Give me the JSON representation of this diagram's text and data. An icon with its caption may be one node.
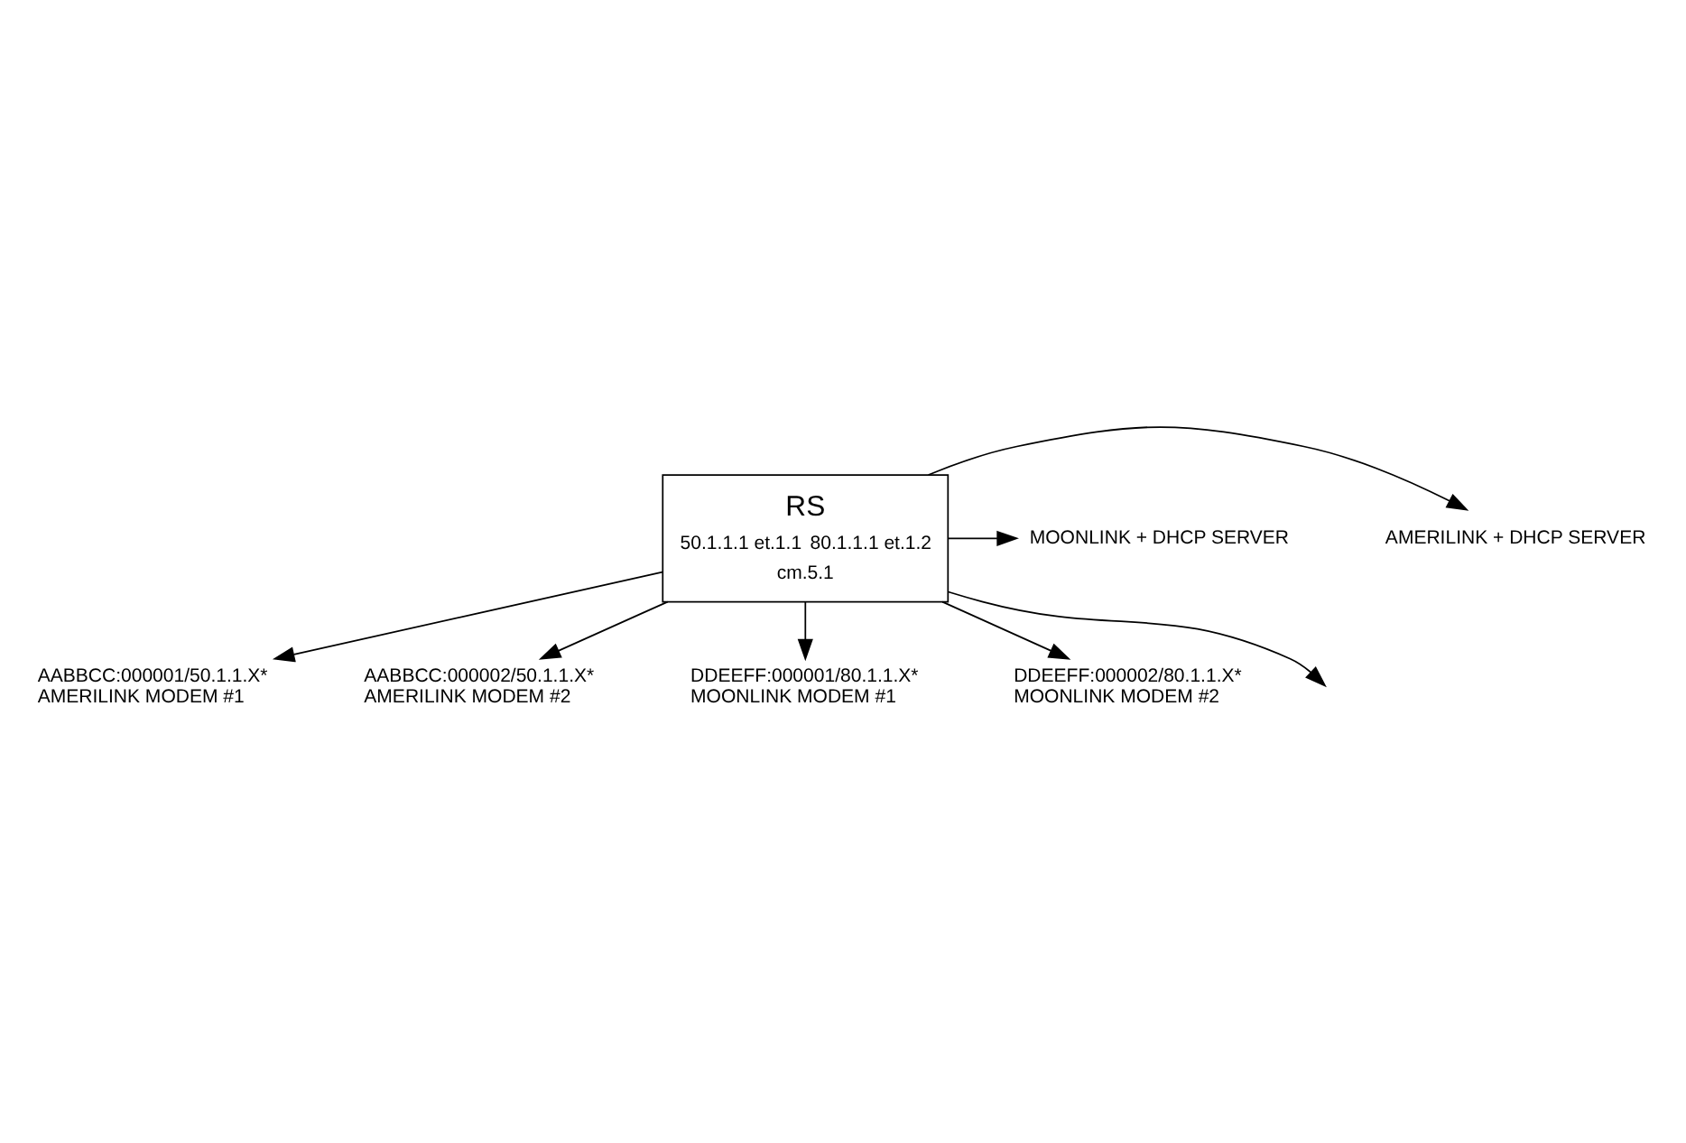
{
  "diagram": {
    "nodes": [
      {
        "text": [
          "RS",
          "50.1.1.1 et.1.1",
          "80.1.1.1 et.1.2",
          "cm.5.1"
        ]
      },
      {
        "text": [
          "AMERILINK + DHCP SERVER"
        ]
      },
      {
        "text": [
          "MOONLINK + DHCP SERVER"
        ]
      },
      {
        "text": [
          "AABBCC:000001/50.1.1.X*",
          "AMERILINK MODEM #1"
        ]
      },
      {
        "text": [
          "AABBCC:000002/50.1.1.X*",
          "AMERILINK MODEM #2"
        ]
      },
      {
        "text": [
          "DDEEFF:000001/80.1.1.X*",
          "MOONLINK MODEM #1"
        ]
      },
      {
        "text": [
          "DDEEFF:000002/80.1.1.X*",
          "MOONLINK MODEM #2"
        ]
      }
    ],
    "edges": [
      {
        "from": 0,
        "to": 1,
        "arrow": "to"
      },
      {
        "from": 0,
        "to": 2,
        "arrow": "to"
      },
      {
        "from": 0,
        "to": 3,
        "arrow": "to"
      },
      {
        "from": 0,
        "to": 4,
        "arrow": "to"
      },
      {
        "from": 0,
        "to": 5,
        "arrow": "to"
      },
      {
        "from": 0,
        "to": 6,
        "arrow": "to"
      },
      {
        "from": 0,
        "to": null,
        "arrow": "to"
      }
    ]
  }
}
